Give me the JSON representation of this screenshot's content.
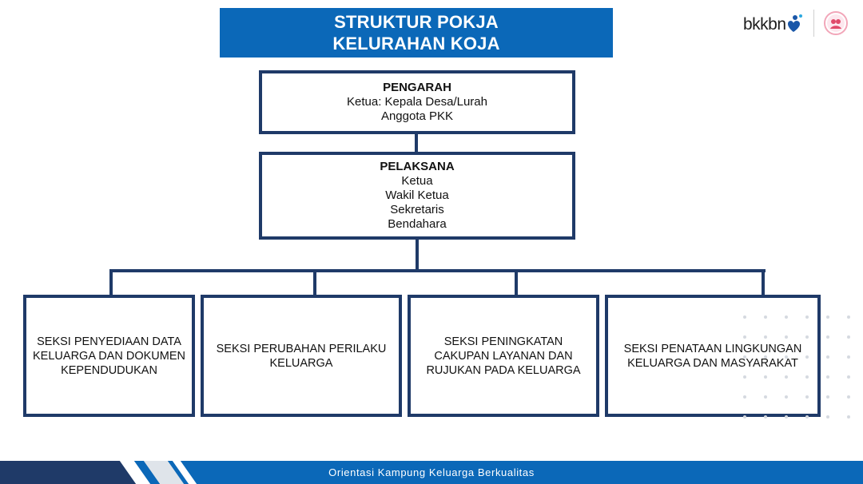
{
  "title": {
    "line1": "STRUKTUR POKJA",
    "line2": "KELURAHAN KOJA"
  },
  "logo": {
    "text": "bkkbn",
    "icon": "bkkbn-heart-logo-icon",
    "badge_icon": "family-badge-icon"
  },
  "pengarah": {
    "heading": "PENGARAH",
    "lines": [
      "Ketua: Kepala Desa/Lurah",
      "Anggota PKK"
    ]
  },
  "pelaksana": {
    "heading": "PELAKSANA",
    "lines": [
      "Ketua",
      "Wakil Ketua",
      "Sekretaris",
      "Bendahara"
    ]
  },
  "seksi": [
    {
      "lines": [
        "SEKSI PENYEDIAAN DATA",
        "KELUARGA DAN DOKUMEN",
        "KEPENDUDUKAN"
      ]
    },
    {
      "lines": [
        "SEKSI PERUBAHAN PERILAKU",
        "KELUARGA"
      ]
    },
    {
      "lines": [
        "SEKSI PENINGKATAN",
        "CAKUPAN LAYANAN DAN",
        "RUJUKAN PADA KELUARGA"
      ]
    },
    {
      "lines": [
        "SEKSI PENATAAN LINGKUNGAN",
        "KELUARGA DAN MASYARAKAT"
      ]
    }
  ],
  "footer": {
    "text": "Orientasi Kampung Keluarga Berkualitas"
  },
  "colors": {
    "title_bg": "#0B68B8",
    "box_border": "#1F3A68",
    "footer_bg": "#0B68B8"
  }
}
